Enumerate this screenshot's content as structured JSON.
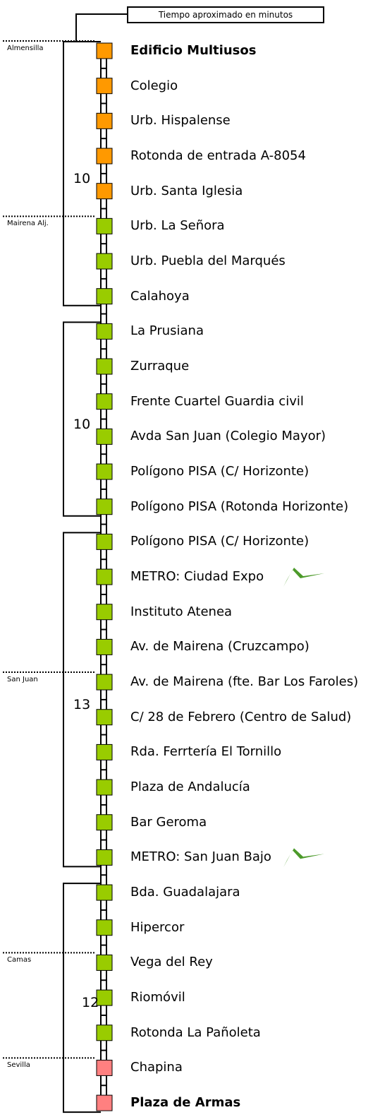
{
  "legend": {
    "text": "Tiempo aproximado en minutos"
  },
  "stops": [
    {
      "name": "Edificio Multiusos",
      "color": "#FF9900",
      "bold": true
    },
    {
      "name": "Colegio",
      "color": "#FF9900"
    },
    {
      "name": "Urb. Hispalense",
      "color": "#FF9900"
    },
    {
      "name": "Rotonda de entrada A-8054",
      "color": "#FF9900"
    },
    {
      "name": "Urb. Santa Iglesia",
      "color": "#FF9900"
    },
    {
      "name": "Urb. La Señora",
      "color": "#99CC00"
    },
    {
      "name": "Urb. Puebla del Marqués",
      "color": "#99CC00"
    },
    {
      "name": "Calahoya",
      "color": "#99CC00"
    },
    {
      "name": "La Prusiana",
      "color": "#99CC00"
    },
    {
      "name": "Zurraque",
      "color": "#99CC00"
    },
    {
      "name": "Frente Cuartel Guardia civil",
      "color": "#99CC00"
    },
    {
      "name": "Avda San Juan (Colegio Mayor)",
      "color": "#99CC00"
    },
    {
      "name": "Polígono PISA (C/ Horizonte)",
      "color": "#99CC00"
    },
    {
      "name": "Polígono PISA (Rotonda Horizonte)",
      "color": "#99CC00"
    },
    {
      "name": "Polígono PISA (C/ Horizonte)",
      "color": "#99CC00"
    },
    {
      "name": "METRO: Ciudad Expo",
      "color": "#99CC00",
      "metro": true
    },
    {
      "name": "Instituto Atenea",
      "color": "#99CC00"
    },
    {
      "name": "Av. de Mairena (Cruzcampo)",
      "color": "#99CC00"
    },
    {
      "name": "Av. de Mairena (fte. Bar Los Faroles)",
      "color": "#99CC00"
    },
    {
      "name": "C/ 28 de Febrero (Centro de Salud)",
      "color": "#99CC00"
    },
    {
      "name": "Rda. Ferrtería El Tornillo",
      "color": "#99CC00"
    },
    {
      "name": "Plaza de Andalucía",
      "color": "#99CC00"
    },
    {
      "name": "Bar Geroma",
      "color": "#99CC00"
    },
    {
      "name": "METRO: San Juan Bajo",
      "color": "#99CC00",
      "metro": true
    },
    {
      "name": "Bda. Guadalajara",
      "color": "#99CC00"
    },
    {
      "name": "Hipercor",
      "color": "#99CC00"
    },
    {
      "name": "Vega del Rey",
      "color": "#99CC00"
    },
    {
      "name": "Riomóvil",
      "color": "#99CC00"
    },
    {
      "name": "Rotonda La Pañoleta",
      "color": "#99CC00"
    },
    {
      "name": "Chapina",
      "color": "#FF8080"
    },
    {
      "name": "Plaza de Armas",
      "color": "#FF8080",
      "bold": true
    }
  ],
  "towns": [
    {
      "name": "Almensilla",
      "stop_index": 0
    },
    {
      "name": "Mairena Alj.",
      "stop_index": 5
    },
    {
      "name": "San Juan",
      "stop_index": 18
    },
    {
      "name": "Camas",
      "stop_index": 26
    },
    {
      "name": "Sevilla",
      "stop_index": 29
    }
  ],
  "segments": [
    {
      "from": 0,
      "to": 7,
      "minutes": "10"
    },
    {
      "from": 8,
      "to": 13,
      "minutes": "10"
    },
    {
      "from": 14,
      "to": 23,
      "minutes": "13"
    },
    {
      "from": 24,
      "to": 30,
      "minutes": "12"
    }
  ],
  "metro_icon": {
    "name": "metro-logo",
    "color": "#4C9A2A"
  }
}
